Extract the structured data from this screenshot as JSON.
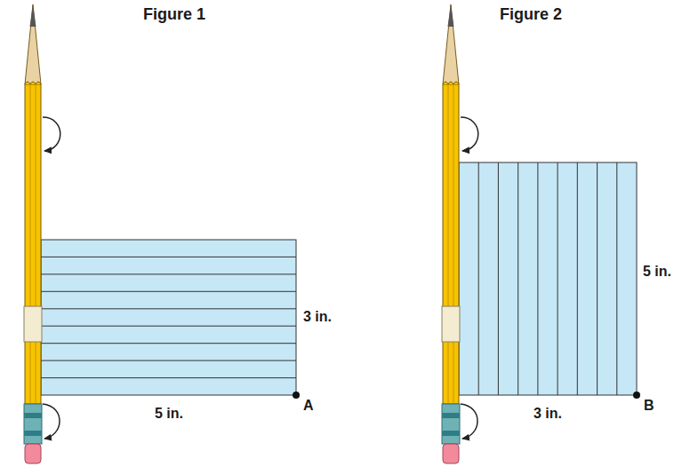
{
  "diagram": {
    "labels": [
      "Figure 1",
      "Figure 2",
      "3 in.",
      "5 in.",
      "A",
      "5 in.",
      "3 in.",
      "B"
    ]
  }
}
